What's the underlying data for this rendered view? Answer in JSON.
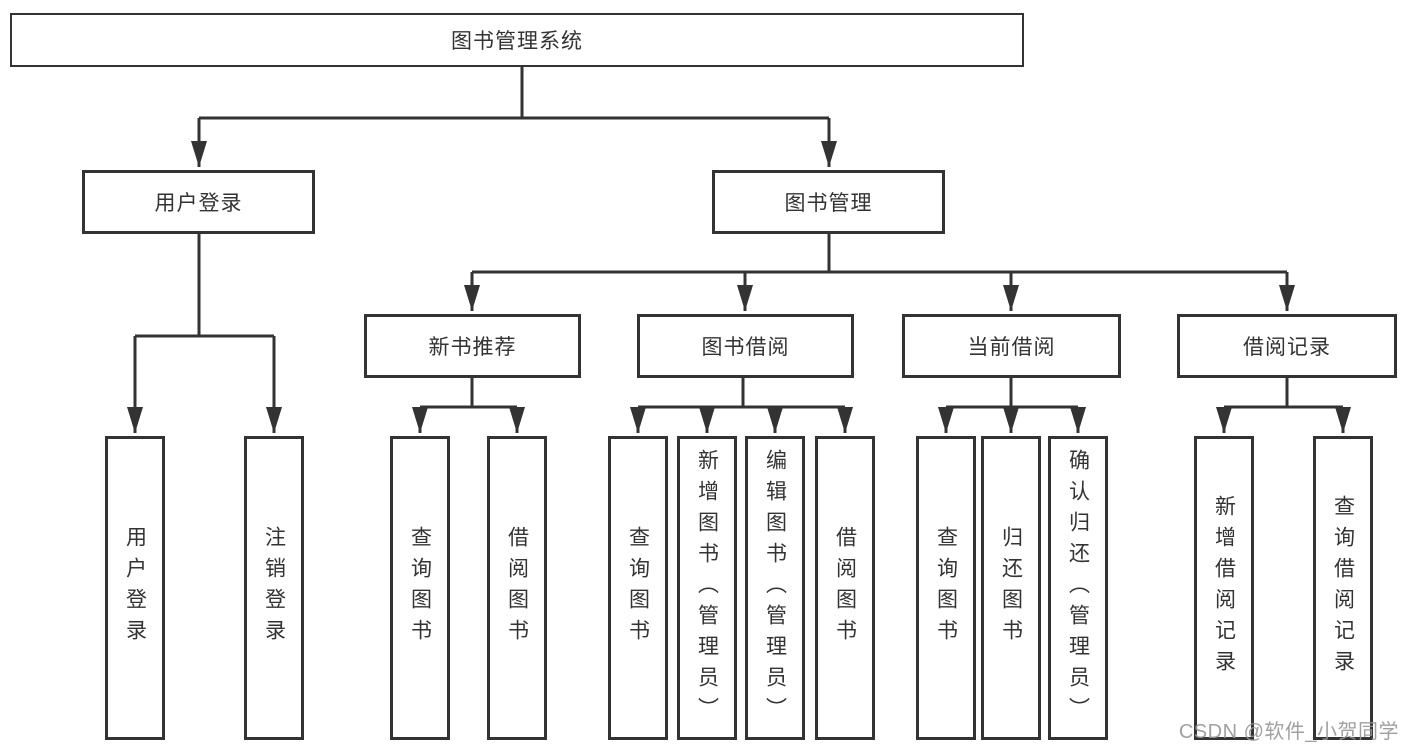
{
  "diagram": {
    "root": {
      "label": "图书管理系统"
    },
    "left": {
      "label": "用户登录",
      "children": [
        {
          "label": "用户登录"
        },
        {
          "label": "注销登录"
        }
      ]
    },
    "right": {
      "label": "图书管理",
      "children": [
        {
          "label": "新书推荐",
          "children": [
            {
              "label": "查询图书"
            },
            {
              "label": "借阅图书"
            }
          ]
        },
        {
          "label": "图书借阅",
          "children": [
            {
              "label": "查询图书"
            },
            {
              "label": "新增图书（管理员）"
            },
            {
              "label": "编辑图书（管理员）"
            },
            {
              "label": "借阅图书"
            }
          ]
        },
        {
          "label": "当前借阅",
          "children": [
            {
              "label": "查询图书"
            },
            {
              "label": "归还图书"
            },
            {
              "label": "确认归还（管理员）"
            }
          ]
        },
        {
          "label": "借阅记录",
          "children": [
            {
              "label": "新增借阅记录"
            },
            {
              "label": "查询借阅记录"
            }
          ]
        }
      ]
    }
  },
  "watermark": "CSDN @软件_小贺同学",
  "colors": {
    "line": "#333333",
    "text": "#333333",
    "background": "#ffffff",
    "box_bg": "#ffffff",
    "watermark": "#969696"
  }
}
